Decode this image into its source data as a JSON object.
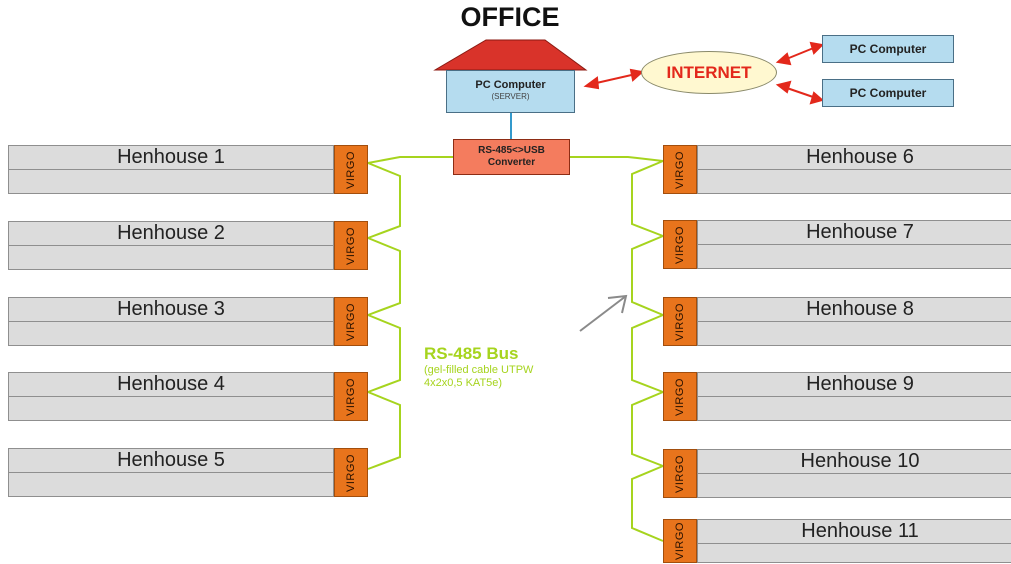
{
  "office": {
    "title": "OFFICE",
    "server_label": "PC Computer",
    "server_sublabel": "(SERVER)",
    "converter_line1": "RS-485<>USB",
    "converter_line2": "Converter"
  },
  "internet": {
    "label": "INTERNET",
    "computers": [
      "PC Computer",
      "PC Computer"
    ]
  },
  "bus": {
    "title": "RS-485 Bus",
    "note_line1": "(gel-filled cable UTPW",
    "note_line2": "4x2x0,5 KAT5e)"
  },
  "controller_label": "VIRGO",
  "henhouses_left": [
    "Henhouse 1",
    "Henhouse 2",
    "Henhouse 3",
    "Henhouse 4",
    "Henhouse 5"
  ],
  "henhouses_right": [
    "Henhouse 6",
    "Henhouse 7",
    "Henhouse 8",
    "Henhouse 9",
    "Henhouse 10",
    "Henhouse 11"
  ],
  "colors": {
    "bus_green": "#a6d41e",
    "controller_orange": "#e8741c",
    "roof_red": "#d9332a",
    "arrow_red": "#e3281b",
    "usb_link_blue": "#3399cc"
  }
}
